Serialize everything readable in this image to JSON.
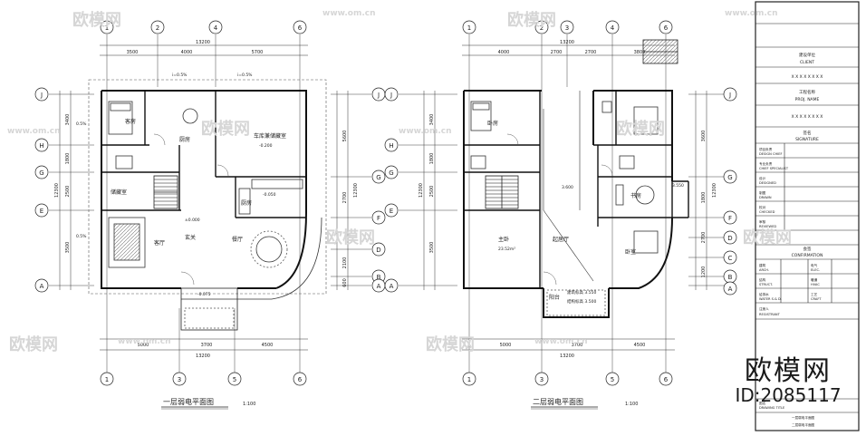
{
  "plan1": {
    "title": "一层弱电平面图",
    "scale": "1:100",
    "top_dims": [
      "3500",
      "4000",
      "5700"
    ],
    "top_total": "13200",
    "bottom_dims": [
      "5000",
      "3700",
      "4500"
    ],
    "bottom_total": "13200",
    "left_dims": [
      "3400",
      "1800",
      "2500",
      "3500"
    ],
    "left_total": "12300",
    "right_dims": [
      "5600",
      "2700",
      "2100",
      "600"
    ],
    "right_total": "12300",
    "col_axes": [
      "1",
      "2",
      "4",
      "6",
      "1",
      "3",
      "5",
      "6"
    ],
    "row_axes": [
      "J",
      "H",
      "G",
      "E",
      "A",
      "J",
      "G",
      "F",
      "D",
      "B",
      "A"
    ],
    "rooms": {
      "r1": "客房",
      "r2": "厨房",
      "r3": "车库兼储藏室",
      "r4": "储藏室",
      "r5": "客厅",
      "r6": "玄关",
      "r7": "餐厅",
      "r8": "厨房"
    },
    "levels": {
      "l1": "-0.200",
      "l2": "±0.000",
      "l3": "-0.050",
      "l4": "-0.075"
    },
    "slopes": {
      "s1": "i=0.5%",
      "s2": "i=0.5%",
      "s3": "0.5%",
      "s4": "0.5%"
    }
  },
  "plan2": {
    "title": "二层弱电平面图",
    "scale": "1:100",
    "top_dims": [
      "4000",
      "2700",
      "2700",
      "3800"
    ],
    "top_total": "13200",
    "bottom_dims": [
      "5000",
      "3700",
      "4500"
    ],
    "bottom_total": "13200",
    "left_dims": [
      "3400",
      "1800",
      "2500",
      "3500"
    ],
    "left_total": "12300",
    "right_dims": [
      "3600",
      "1800",
      "2700",
      "1200"
    ],
    "right_total": "12300",
    "col_axes": [
      "1",
      "2",
      "3",
      "4",
      "6",
      "1",
      "3",
      "5",
      "6"
    ],
    "row_axes": [
      "J",
      "H",
      "G",
      "E",
      "A",
      "J",
      "G",
      "F",
      "D",
      "C",
      "B",
      "A"
    ],
    "rooms": {
      "r1": "卧房",
      "r2": "主卧",
      "r3": "起居厅",
      "r4": "卧室",
      "r5": "阳台",
      "r6": "书房"
    },
    "area": "23.52m²",
    "levels": {
      "l1": "3.600",
      "l2": "3.550"
    },
    "notes": {
      "n1": "建筑标高 3.550",
      "n2": "结构标高 3.500"
    }
  },
  "titleblock": {
    "client_cn": "建设单位",
    "client_en": "CLIENT",
    "client_val": "X X X X X X X X",
    "project_cn": "工程名称",
    "project_en": "PROJ. NAME",
    "project_val": "X X X X X X X X",
    "signature_cn": "签名",
    "signature_en": "SIGNATURE",
    "sig_rows": [
      {
        "cn": "项目负责",
        "en": "DESIGN CHIEF"
      },
      {
        "cn": "专业负责",
        "en": "CHIEF SPECIALIST"
      },
      {
        "cn": "设计",
        "en": "DESIGNED"
      },
      {
        "cn": "制图",
        "en": "DRAWN"
      },
      {
        "cn": "校对",
        "en": "CHECKED"
      },
      {
        "cn": "审核",
        "en": "REVIEWED"
      }
    ],
    "confirm_cn": "会签",
    "confirm_en": "CONFIRMATION",
    "confirm_rows": [
      {
        "a": "建筑",
        "b": "ARCH.",
        "c": "电气",
        "d": "ELEC."
      },
      {
        "a": "结构",
        "b": "STRUCT.",
        "c": "暖通",
        "d": "HVAC"
      },
      {
        "a": "给排水",
        "b": "WATER S.& D.",
        "c": "工艺",
        "d": "CRAFT"
      }
    ],
    "register_cn": "注册人",
    "register_en": "REGISTRANT",
    "drawing_title_cn": "图名",
    "drawing_title_en": "DRAWING TITLE",
    "drawing_names": [
      "一层弱电平面图",
      "二层弱电平面图"
    ]
  },
  "watermark": {
    "brand": "欧模网",
    "url": "www.om.cn",
    "id": "ID:2085117"
  }
}
